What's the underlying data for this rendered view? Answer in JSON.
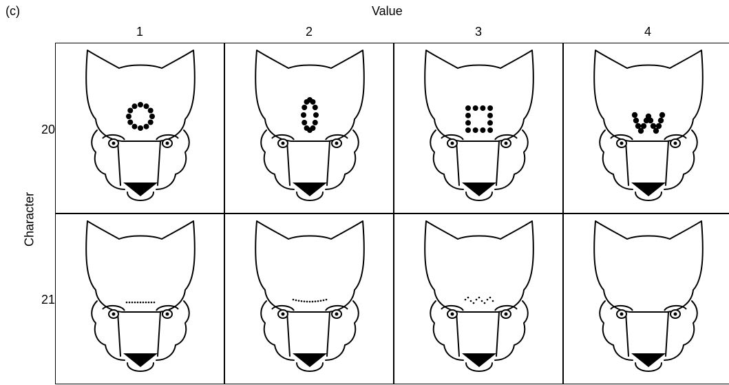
{
  "panel_label": "(c)",
  "x_axis_title": "Value",
  "y_axis_title": "Character",
  "columns": [
    "1",
    "2",
    "3",
    "4"
  ],
  "rows": [
    {
      "label": "20",
      "cells": [
        {
          "marking": "ring of dots (o)"
        },
        {
          "marking": "tall oval of dots (0)"
        },
        {
          "marking": "square of dots"
        },
        {
          "marking": "dotted letter w"
        }
      ]
    },
    {
      "label": "21",
      "cells": [
        {
          "marking": "straight dotted line"
        },
        {
          "marking": "curved dotted line"
        },
        {
          "marking": "zigzag dotted line"
        },
        {
          "marking": "none"
        }
      ]
    }
  ]
}
